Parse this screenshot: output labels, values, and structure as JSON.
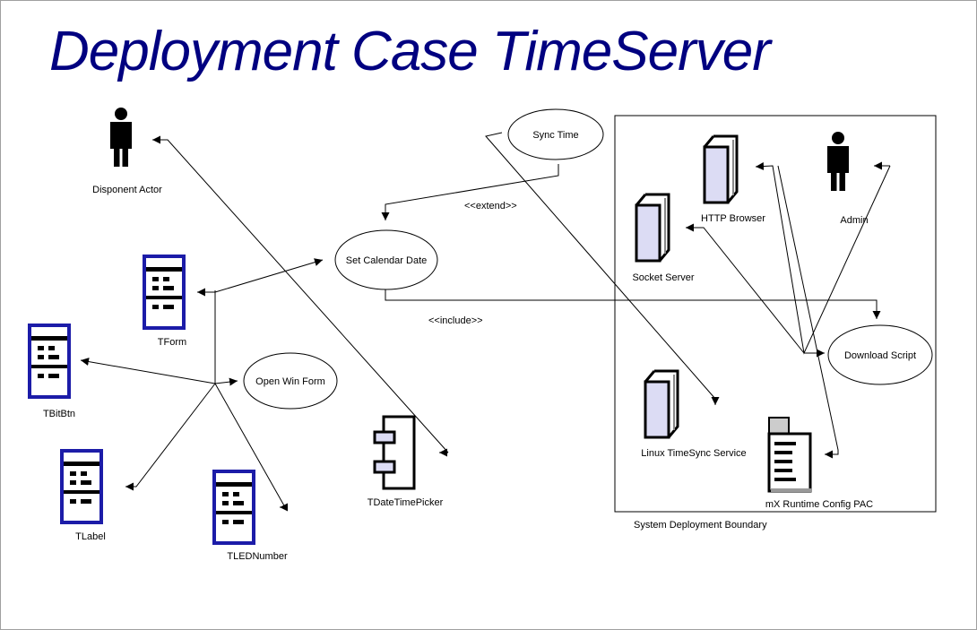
{
  "title": "Deployment Case TimeServer",
  "boundary_label": "System Deployment Boundary",
  "actors": {
    "disponent": "Disponent Actor",
    "admin": "Admin"
  },
  "use_cases": {
    "sync_time": "Sync Time",
    "set_calendar_date": "Set Calendar Date",
    "open_win_form": "Open Win Form",
    "download_script": "Download Script"
  },
  "relations": {
    "extend": "<<extend>>",
    "include": "<<include>>"
  },
  "forms": {
    "tform": "TForm",
    "tbitbtn": "TBitBtn",
    "tlabel": "TLabel",
    "tlednumber": "TLEDNumber"
  },
  "component": "TDateTimePicker",
  "nodes": {
    "http_browser": "HTTP Browser",
    "socket_server": "Socket Server",
    "linux_timesync": "Linux TimeSync Service",
    "mx_runtime": "mX Runtime Config PAC"
  },
  "colors": {
    "title": "#000080",
    "form_border": "#1c1ca8",
    "node_face": "#dcdcf4"
  }
}
